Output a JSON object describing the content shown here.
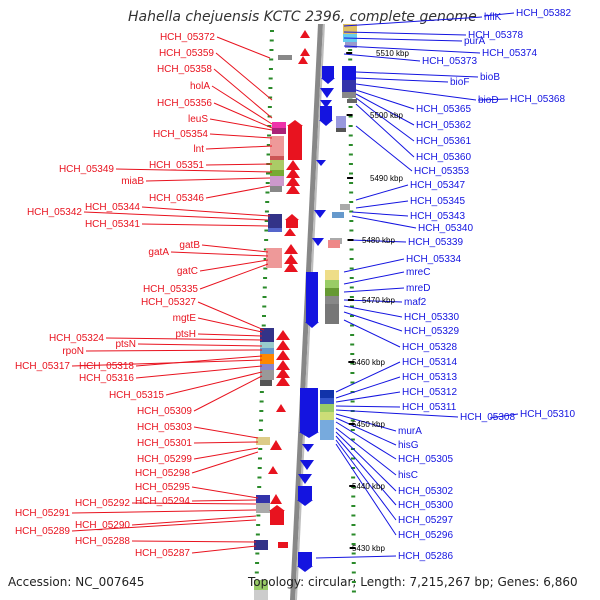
{
  "title": "Hahella chejuensis KCTC 2396, complete genome",
  "footer": {
    "accession": "Accession: NC_007645",
    "summary": "Topology: circular; Length: 7,215,267 bp; Genes: 6,860"
  },
  "colors": {
    "forward": "#e8131f",
    "reverse": "#1414e0",
    "axis": "#888888",
    "ticks": "#2a8a2a"
  },
  "kbp_ticks": [
    "5510 kbp",
    "5500 kbp",
    "5490 kbp",
    "5480 kbp",
    "5470 kbp",
    "5460 kbp",
    "5450 kbp",
    "5440 kbp",
    "5430 kbp"
  ],
  "left_labels": [
    "HCH_05372",
    "HCH_05359",
    "HCH_05358",
    "holA",
    "HCH_05356",
    "leuS",
    "HCH_05354",
    "lnt",
    "HCH_05351",
    "HCH_05349",
    "miaB",
    "HCH_05346",
    "HCH_05344",
    "HCH_05342",
    "HCH_05341",
    "gatB",
    "gatA",
    "gatC",
    "HCH_05335",
    "HCH_05327",
    "mgtE",
    "ptsH",
    "HCH_05324",
    "ptsN",
    "rpoN",
    "HCH_05318",
    "HCH_05317",
    "HCH_05316",
    "HCH_05315",
    "HCH_05309",
    "HCH_05303",
    "HCH_05301",
    "HCH_05299",
    "HCH_05298",
    "HCH_05295",
    "HCH_05294",
    "HCH_05292",
    "HCH_05291",
    "HCH_05290",
    "HCH_05289",
    "HCH_05288",
    "HCH_05287"
  ],
  "right_labels": [
    "hflK",
    "HCH_05382",
    "HCH_05378",
    "purA",
    "HCH_05374",
    "HCH_05373",
    "bioB",
    "bioF",
    "bioD",
    "HCH_05368",
    "HCH_05365",
    "HCH_05362",
    "HCH_05361",
    "HCH_05360",
    "HCH_05353",
    "HCH_05347",
    "HCH_05345",
    "HCH_05343",
    "HCH_05340",
    "HCH_05339",
    "HCH_05334",
    "mreC",
    "mreD",
    "maf2",
    "HCH_05330",
    "HCH_05329",
    "HCH_05328",
    "HCH_05314",
    "HCH_05313",
    "HCH_05312",
    "HCH_05311",
    "HCH_05308",
    "HCH_05310",
    "murA",
    "hisG",
    "HCH_05305",
    "hisC",
    "HCH_05302",
    "HCH_05300",
    "HCH_05297",
    "HCH_05296",
    "HCH_05286"
  ]
}
